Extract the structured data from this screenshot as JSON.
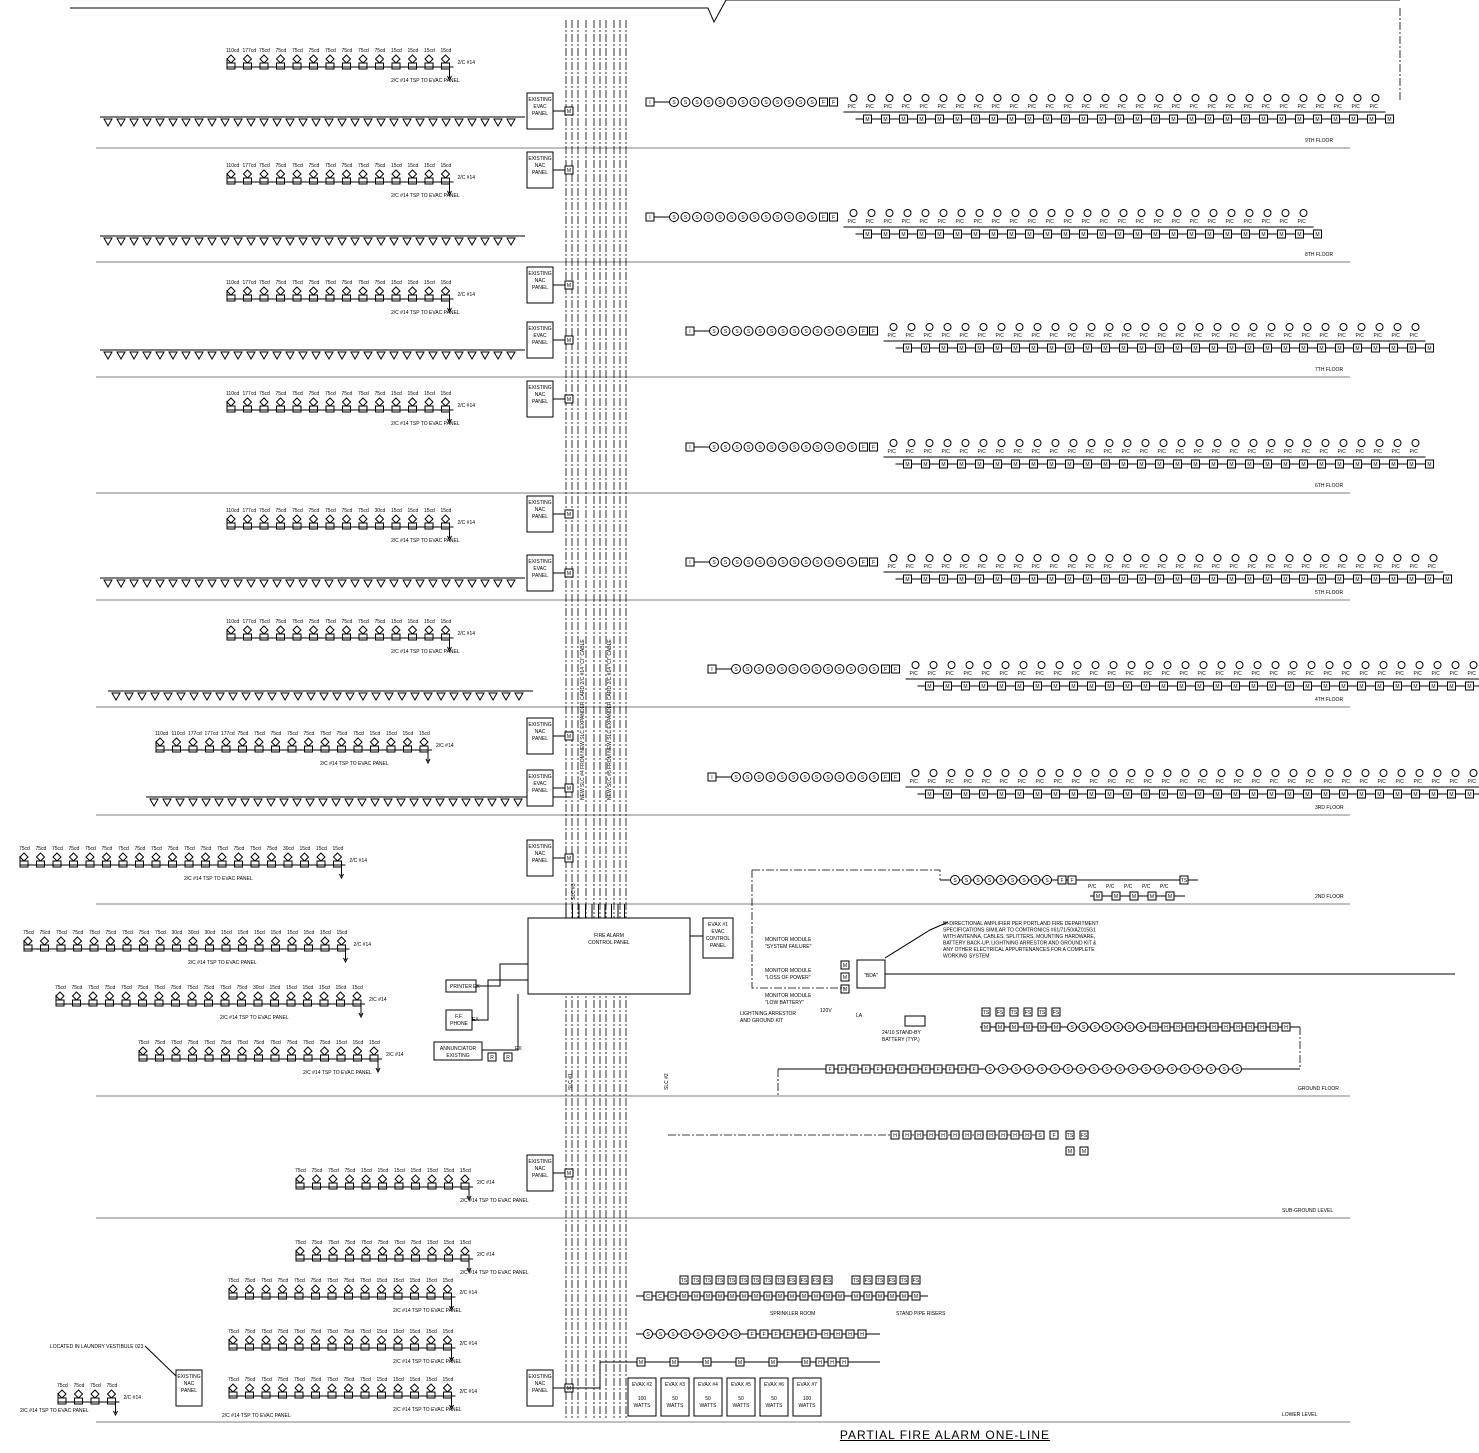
{
  "title": "PARTIAL FIRE ALARM ONE-LINE",
  "floors": [
    "9TH FLOOR",
    "8TH FLOOR",
    "7TH FLOOR",
    "6TH FLOOR",
    "5TH FLOOR",
    "4TH FLOOR",
    "3RD FLOOR",
    "2ND FLOOR",
    "GROUND FLOOR",
    "SUB-GROUND LEVEL",
    "LOWER LEVEL"
  ],
  "panels": {
    "evac": "EXISTING EVAC PANEL",
    "nac": "EXISTING NAC PANEL",
    "facp": "FIRE ALARM CONTROL PANEL",
    "evax1": "EVAX #1 EVAC CONTROL PANEL",
    "bda": "\"BDA\""
  },
  "labels": {
    "tsp_evac": "2/C #14 TSP TO EVAC PANEL",
    "wire_2c14": "2/C #14",
    "slc1": "SLC #1",
    "slc2": "SLC #2",
    "slc3": "SLC #3",
    "slc4": "NEW SLC #4 FROM NEW SLC EXPANDER CARD 2/C #14 \"CI\" CABLE",
    "slc5": "NEW SLC #5 FROM NEW SLC EXPANDER CARD 2/C #14 \"CI\" CABLE",
    "printer": "PRINTER",
    "ff_phone": "F.F. PHONE",
    "annunciator": "ANNUNCIATOR EXISTING",
    "mm_system": "MONITOR MODULE \"SYSTEM FAILURE\"",
    "mm_power": "MONITOR MODULE \"LOSS OF POWER\"",
    "mm_battery": "MONITOR MODULE \"LOW BATTERY\"",
    "lightning": "LIGHTNING ARRESTOR AND GROUND KIT",
    "battery": "24/10 STAND-BY BATTERY (TYP.)",
    "v120": "120V",
    "la": "LA",
    "bda_note": "BI-DIRECTIONAL AMPLIFIER PER PORTLAND FIRE DEPARTMENT SPECIFICATIONS SIMILAR TO COMTRONICS #61/71/50/AZ015G1 WITH ANTENNA, CABLES, SPLITTERS, MOUNTING HARDWARE, BATTERY BACK-UP, LIGHTNING ARRESTOR AND GROUND KIT & ANY OTHER ELECTRICAL APPURTENANCES FOR A COMPLETE WORKING SYSTEM",
    "sprinkler": "SPRINKLER ROOM",
    "standpipe": "STAND PIPE RISERS",
    "laundry": "LOCATED IN LAUNDRY VESTIBULE 023"
  },
  "evax_amps": [
    {
      "name": "EVAX #2",
      "watts": "100 WATTS"
    },
    {
      "name": "EVAX #3",
      "watts": "50 WATTS"
    },
    {
      "name": "EVAX #4",
      "watts": "50 WATTS"
    },
    {
      "name": "EVAX #5",
      "watts": "50 WATTS"
    },
    {
      "name": "EVAX #6",
      "watts": "50 WATTS"
    },
    {
      "name": "EVAX #7",
      "watts": "100 WATTS"
    }
  ],
  "nac_rows": [
    {
      "ratings": [
        "110cd",
        "177cd",
        "75cd",
        "75cd",
        "75cd",
        "75cd",
        "75cd",
        "75cd",
        "75cd",
        "75cd",
        "15cd",
        "15cd",
        "15cd",
        "15cd"
      ]
    },
    {
      "ratings": [
        "110cd",
        "177cd",
        "75cd",
        "75cd",
        "75cd",
        "75cd",
        "75cd",
        "75cd",
        "75cd",
        "75cd",
        "15cd",
        "15cd",
        "15cd",
        "15cd"
      ]
    },
    {
      "ratings": [
        "110cd",
        "177cd",
        "75cd",
        "75cd",
        "75cd",
        "75cd",
        "75cd",
        "75cd",
        "75cd",
        "75cd",
        "15cd",
        "15cd",
        "15cd",
        "15cd"
      ]
    },
    {
      "ratings": [
        "110cd",
        "177cd",
        "75cd",
        "75cd",
        "75cd",
        "75cd",
        "75cd",
        "75cd",
        "75cd",
        "75cd",
        "15cd",
        "15cd",
        "15cd",
        "15cd"
      ]
    },
    {
      "ratings": [
        "110cd",
        "177cd",
        "75cd",
        "75cd",
        "75cd",
        "75cd",
        "75cd",
        "75cd",
        "75cd",
        "30cd",
        "15cd",
        "15cd",
        "15cd",
        "15cd"
      ]
    },
    {
      "ratings": [
        "110cd",
        "177cd",
        "75cd",
        "75cd",
        "75cd",
        "75cd",
        "75cd",
        "75cd",
        "75cd",
        "75cd",
        "15cd",
        "15cd",
        "15cd",
        "15cd"
      ]
    },
    {
      "ratings": [
        "110cd",
        "110cd",
        "177cd",
        "177cd",
        "177cd",
        "75cd",
        "75cd",
        "75cd",
        "75cd",
        "75cd",
        "75cd",
        "75cd",
        "75cd",
        "15cd",
        "15cd",
        "15cd",
        "15cd"
      ]
    },
    {
      "ratings": [
        "75cd",
        "75cd",
        "75cd",
        "75cd",
        "75cd",
        "75cd",
        "75cd",
        "75cd",
        "75cd",
        "75cd",
        "75cd",
        "75cd",
        "75cd",
        "75cd",
        "75cd",
        "75cd",
        "30cd",
        "15cd",
        "15cd",
        "15cd"
      ]
    },
    {
      "ratings": [
        "75cd",
        "75cd",
        "75cd",
        "75cd",
        "75cd",
        "75cd",
        "75cd",
        "75cd",
        "75cd",
        "30cd",
        "30cd",
        "30cd",
        "15cd",
        "15cd",
        "15cd",
        "15cd",
        "15cd",
        "15cd",
        "15cd",
        "15cd"
      ]
    },
    {
      "ratings": [
        "75cd",
        "75cd",
        "75cd",
        "75cd",
        "75cd",
        "75cd",
        "75cd",
        "75cd",
        "75cd",
        "75cd",
        "75cd",
        "75cd",
        "30cd",
        "15cd",
        "15cd",
        "15cd",
        "15cd",
        "15cd",
        "15cd"
      ]
    },
    {
      "ratings": [
        "75cd",
        "75cd",
        "75cd",
        "75cd",
        "75cd",
        "75cd",
        "75cd",
        "75cd",
        "75cd",
        "75cd",
        "75cd",
        "75cd",
        "15cd",
        "15cd",
        "15cd"
      ]
    },
    {
      "ratings": [
        "75cd",
        "75cd",
        "75cd",
        "75cd",
        "15cd",
        "15cd",
        "15cd",
        "15cd",
        "15cd",
        "15cd",
        "15cd"
      ]
    },
    {
      "ratings": [
        "75cd",
        "75cd",
        "75cd",
        "75cd",
        "75cd",
        "75cd",
        "75cd",
        "75cd",
        "15cd",
        "15cd",
        "15cd"
      ]
    },
    {
      "ratings": [
        "75cd",
        "75cd",
        "75cd",
        "75cd",
        "75cd",
        "75cd",
        "75cd",
        "75cd",
        "75cd",
        "15cd",
        "15cd",
        "15cd",
        "15cd",
        "15cd"
      ]
    },
    {
      "ratings": [
        "75cd",
        "75cd",
        "75cd",
        "75cd",
        "75cd",
        "75cd",
        "75cd",
        "75cd",
        "75cd",
        "15cd",
        "15cd",
        "15cd",
        "15cd",
        "15cd"
      ]
    },
    {
      "ratings": [
        "75cd",
        "75cd",
        "75cd",
        "75cd",
        "75cd",
        "75cd",
        "75cd",
        "75cd",
        "75cd",
        "15cd",
        "15cd",
        "15cd",
        "15cd",
        "15cd"
      ]
    },
    {
      "ratings": [
        "75cd",
        "75cd",
        "75cd",
        "75cd"
      ]
    }
  ]
}
